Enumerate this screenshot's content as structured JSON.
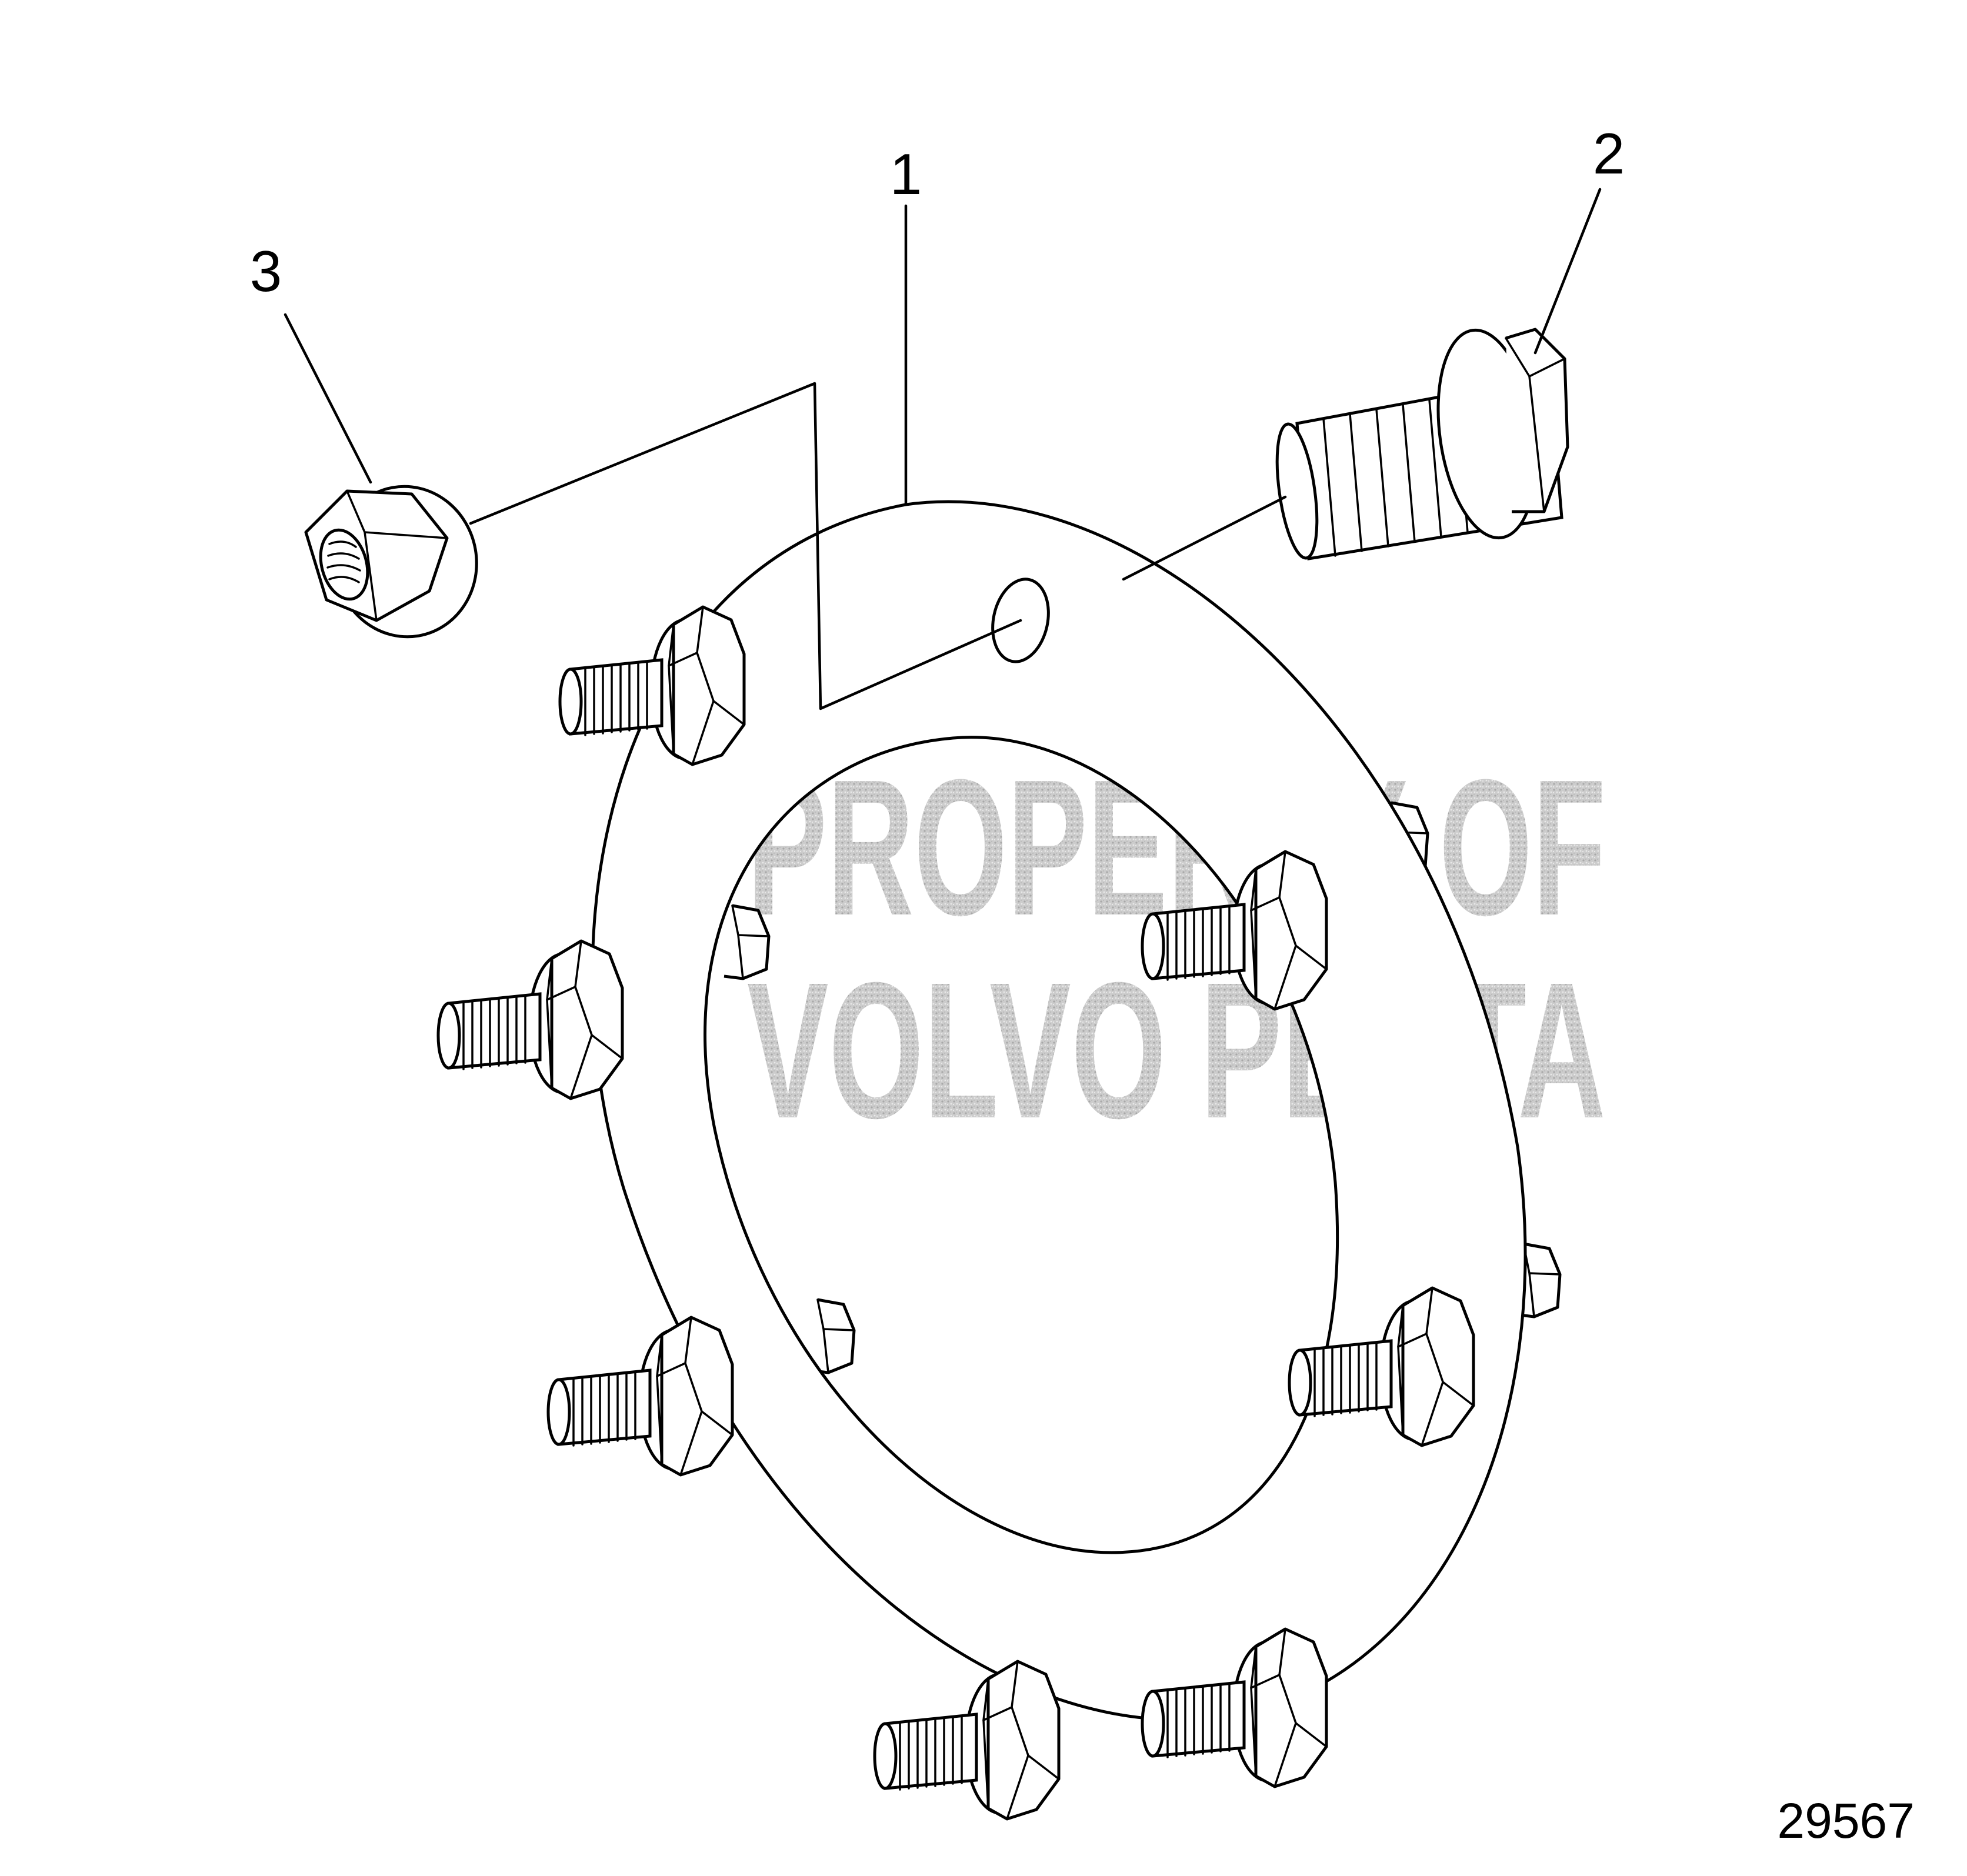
{
  "figure": {
    "callouts": [
      {
        "id": "1",
        "label": "1"
      },
      {
        "id": "2",
        "label": "2"
      },
      {
        "id": "3",
        "label": "3"
      }
    ],
    "figure_number": "29567",
    "watermark": {
      "line1": "PROPERTY OF",
      "line2": "VOLVO PENTA",
      "color": "#c8c8c8"
    }
  }
}
